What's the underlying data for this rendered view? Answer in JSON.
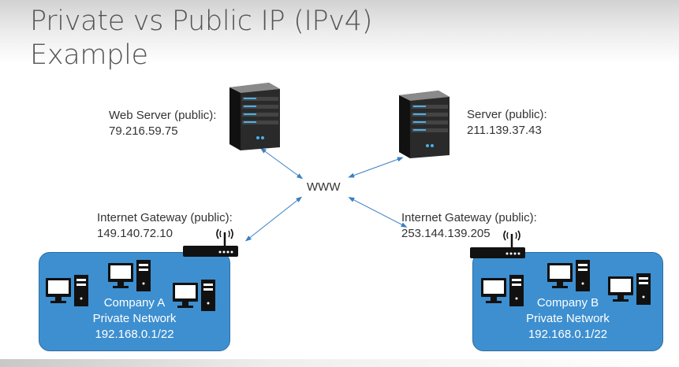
{
  "title": {
    "line1": "Private vs Public IP (IPv4)",
    "line2": "Example"
  },
  "center": {
    "label": "WWW"
  },
  "servers": [
    {
      "label": "Web Server (public):",
      "ip": "79.216.59.75"
    },
    {
      "label": "Server (public):",
      "ip": "211.139.37.43"
    }
  ],
  "gateways": [
    {
      "label": "Internet Gateway (public):",
      "ip": "149.140.72.10"
    },
    {
      "label": "Internet Gateway (public):",
      "ip": "253.144.139.205"
    }
  ],
  "networks": [
    {
      "company": "Company A",
      "type": "Private Network",
      "cidr": "192.168.0.1/22"
    },
    {
      "company": "Company B",
      "type": "Private Network",
      "cidr": "192.168.0.1/22"
    }
  ],
  "colors": {
    "network_fill": "#3d8fd0",
    "arrow": "#3a7fc0",
    "server_led": "#4ab0e8"
  },
  "icons": [
    "server-icon",
    "router-icon",
    "desktop-computer-icon",
    "double-arrow-icon"
  ]
}
